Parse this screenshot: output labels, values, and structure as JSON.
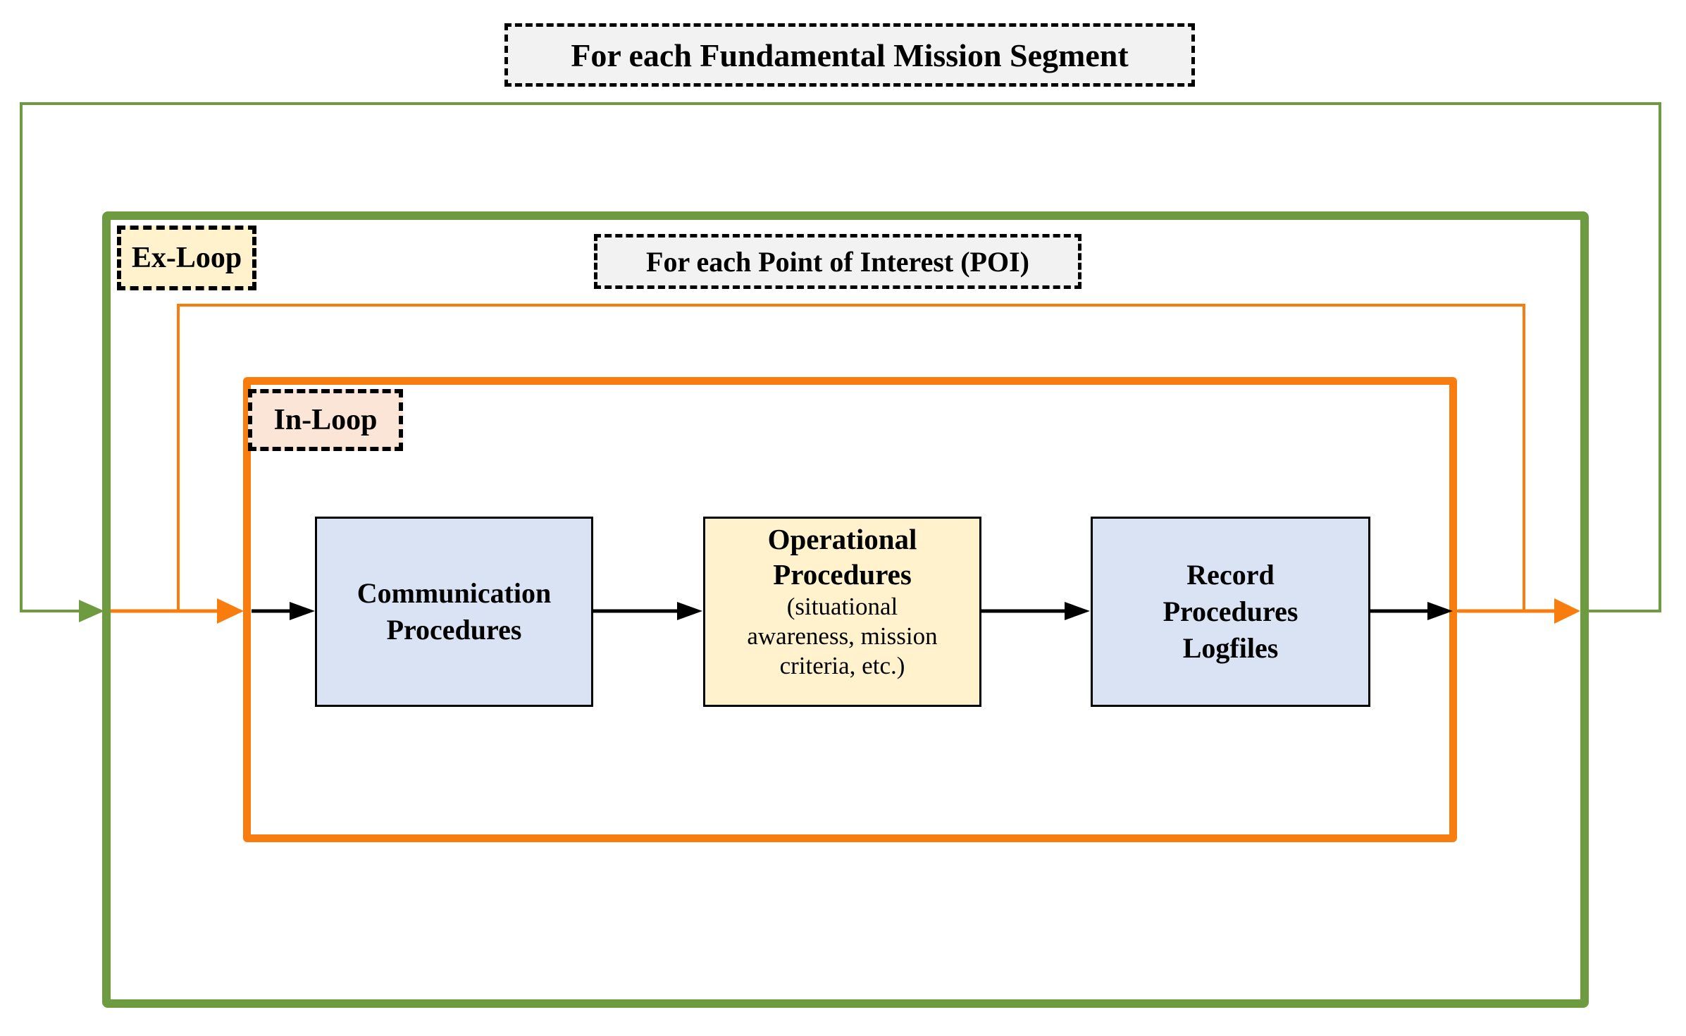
{
  "colors": {
    "green": "#6E9B40",
    "orange": "#F97D0E",
    "light-blue": "#DAE3F3",
    "cream": "#FFF2CC",
    "peach": "#FBE5D6",
    "label-gray": "#F2F2F2",
    "line-black": "#000000"
  },
  "loops": {
    "fundamental": {
      "label": "For each Fundamental Mission Segment"
    },
    "poi": {
      "label": "For each Point of Interest (POI)"
    },
    "ex": {
      "tag": "Ex-Loop"
    },
    "in": {
      "tag": "In-Loop"
    }
  },
  "nodes": {
    "communication": {
      "lines": [
        "Communication",
        "Procedures"
      ]
    },
    "operational": {
      "title_lines": [
        "Operational",
        "Procedures"
      ],
      "sub_lines": [
        "(situational",
        "awareness, mission",
        "criteria, etc.)"
      ]
    },
    "record": {
      "lines": [
        "Record",
        "Procedures",
        "Logfiles"
      ]
    }
  }
}
